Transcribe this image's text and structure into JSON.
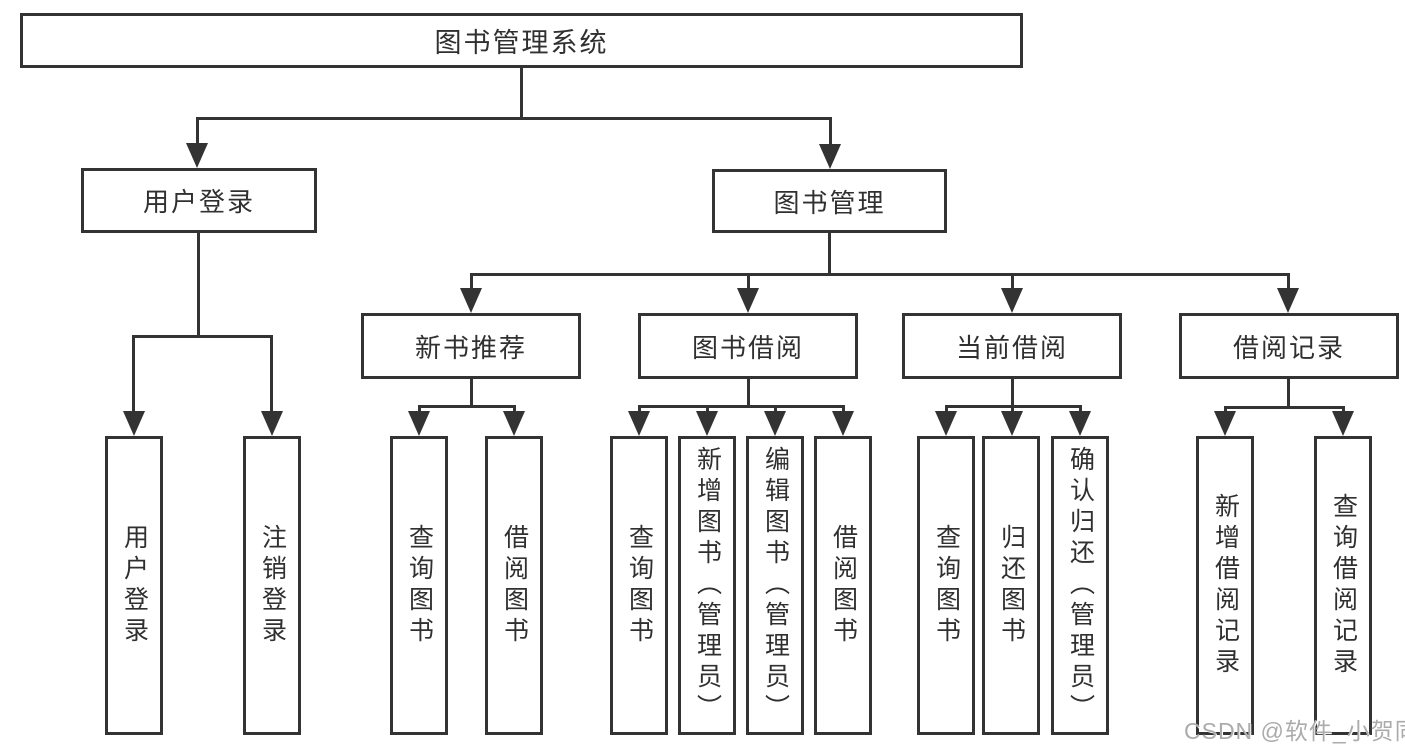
{
  "tree": {
    "root": {
      "label": "图书管理系统",
      "children": [
        {
          "label": "用户登录",
          "children": [
            {
              "label": "用户登录"
            },
            {
              "label": "注销登录"
            }
          ]
        },
        {
          "label": "图书管理",
          "children": [
            {
              "label": "新书推荐",
              "children": [
                {
                  "label": "查询图书"
                },
                {
                  "label": "借阅图书"
                }
              ]
            },
            {
              "label": "图书借阅",
              "children": [
                {
                  "label": "查询图书"
                },
                {
                  "label": "新增图书（管理员）"
                },
                {
                  "label": "编辑图书（管理员）"
                },
                {
                  "label": "借阅图书"
                }
              ]
            },
            {
              "label": "当前借阅",
              "children": [
                {
                  "label": "查询图书"
                },
                {
                  "label": "归还图书"
                },
                {
                  "label": "确认归还（管理员）"
                }
              ]
            },
            {
              "label": "借阅记录",
              "children": [
                {
                  "label": "新增借阅记录"
                },
                {
                  "label": "查询借阅记录"
                }
              ]
            }
          ]
        }
      ]
    }
  },
  "watermark": {
    "text": "CSDN @软件_小贺同学"
  },
  "colors": {
    "line": "#333333",
    "box_background": "#ffffff",
    "text": "#303030",
    "watermark": "#ababab",
    "page_background": "#ffffff"
  }
}
